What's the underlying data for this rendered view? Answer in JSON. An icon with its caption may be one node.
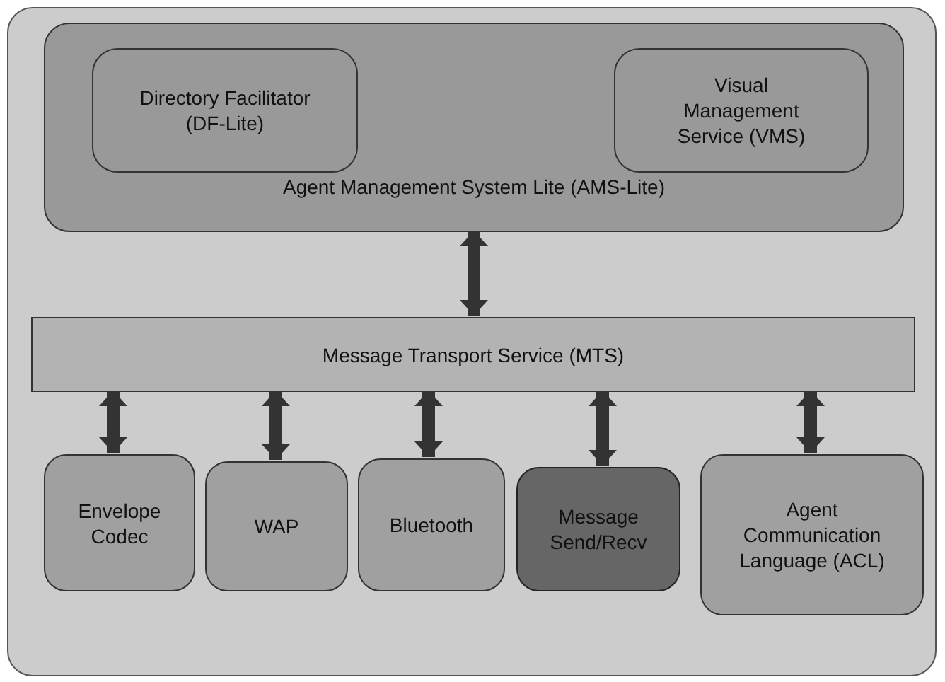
{
  "diagram": {
    "nodes": [
      {
        "text": [],
        "shape": "box"
      },
      {
        "text": [
          "Agent Management System Lite (AMS-Lite)"
        ],
        "in": 0
      },
      {
        "text": [
          "Directory Facilitator (DF-Lite)"
        ],
        "in": 1
      },
      {
        "text": [
          "Visual Management Service (VMS)"
        ],
        "in": 1
      },
      {
        "text": [
          "Message Transport Service (MTS)"
        ],
        "in": 0
      },
      {
        "text": [
          "Envelope Codec"
        ],
        "in": 0
      },
      {
        "text": [
          "WAP"
        ],
        "in": 0
      },
      {
        "text": [
          "Bluetooth"
        ],
        "in": 0
      },
      {
        "text": [
          "Message Send/Recv"
        ],
        "in": 0
      },
      {
        "text": [
          "Agent Communication Language (ACL)"
        ],
        "in": 0
      }
    ],
    "edges": [
      {
        "from": 1,
        "to": 4,
        "arrow": "both"
      },
      {
        "from": 4,
        "to": 5,
        "arrow": "both"
      },
      {
        "from": 4,
        "to": 6,
        "arrow": "both"
      },
      {
        "from": 4,
        "to": 7,
        "arrow": "both"
      },
      {
        "from": 4,
        "to": 8,
        "arrow": "both"
      },
      {
        "from": 4,
        "to": 9,
        "arrow": "both"
      }
    ]
  }
}
